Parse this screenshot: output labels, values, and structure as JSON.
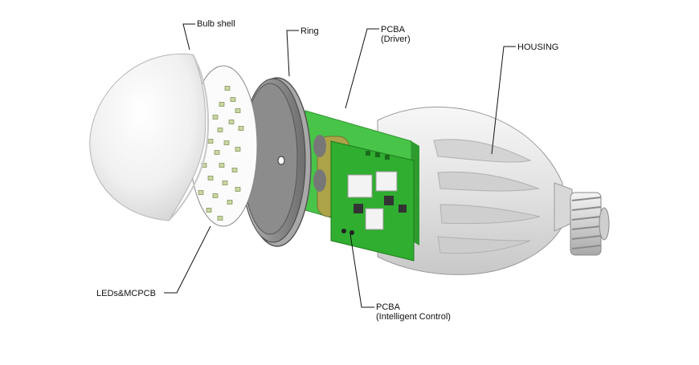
{
  "labels": {
    "bulb_shell": "Bulb shell",
    "ring": "Ring",
    "pcba_driver_line1": "PCBA",
    "pcba_driver_line2": "(Driver)",
    "housing": "HOUSING",
    "leds_mcpcb": "LEDs&MCPCB",
    "pcba_control_line1": "PCBA",
    "pcba_control_line2": "(Intelligent Control)"
  },
  "colors": {
    "pcb_green": "#3fbf3f",
    "pcb_dark": "#2e9b2e",
    "housing": "#e6e6e6",
    "ring": "#9a9a9a",
    "shell": "#f1f1f1"
  }
}
